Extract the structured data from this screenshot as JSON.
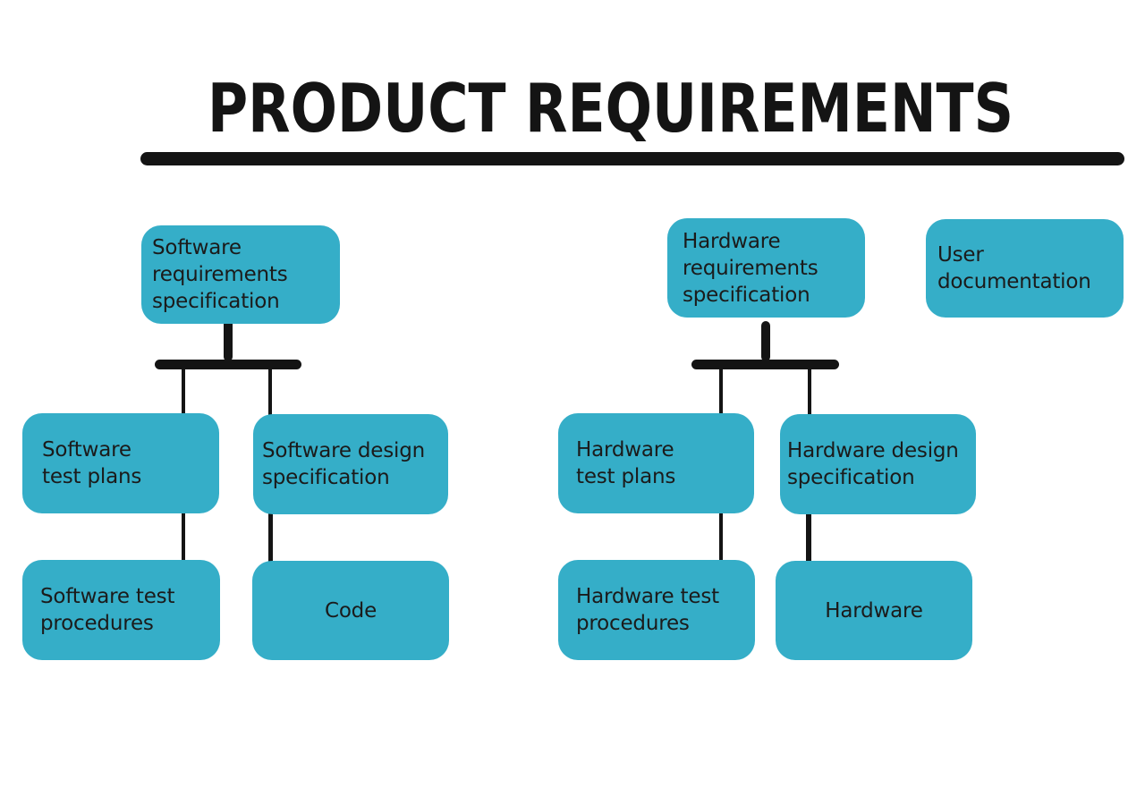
{
  "title": "PRODUCT REQUIREMENTS",
  "colors": {
    "box": "#35AEC8",
    "ink": "#141414",
    "text": "#1B1B1B",
    "bg": "#FFFFFF"
  },
  "nodes": {
    "srs": {
      "label": "Software\nrequirements\nspecification"
    },
    "hrs": {
      "label": "Hardware\nrequirements\nspecification"
    },
    "udoc": {
      "label": "User\ndocumentation"
    },
    "stp": {
      "label": "Software\ntest plans"
    },
    "sds": {
      "label": "Software design\nspecification"
    },
    "htp": {
      "label": "Hardware\ntest plans"
    },
    "hds": {
      "label": "Hardware design\nspecification"
    },
    "stproc": {
      "label": "Software test\nprocedures"
    },
    "code": {
      "label": "Code"
    },
    "htproc": {
      "label": "Hardware test\nprocedures"
    },
    "hw": {
      "label": "Hardware"
    }
  },
  "hierarchy": [
    {
      "parent": "Software requirements specification",
      "children": [
        "Software test plans",
        "Software design specification"
      ]
    },
    {
      "parent": "Software test plans",
      "children": [
        "Software test procedures"
      ]
    },
    {
      "parent": "Software design specification",
      "children": [
        "Code"
      ]
    },
    {
      "parent": "Hardware requirements specification",
      "children": [
        "Hardware test plans",
        "Hardware design specification"
      ]
    },
    {
      "parent": "Hardware test plans",
      "children": [
        "Hardware test procedures"
      ]
    },
    {
      "parent": "Hardware design specification",
      "children": [
        "Hardware"
      ]
    }
  ],
  "standalone": [
    "User documentation"
  ]
}
